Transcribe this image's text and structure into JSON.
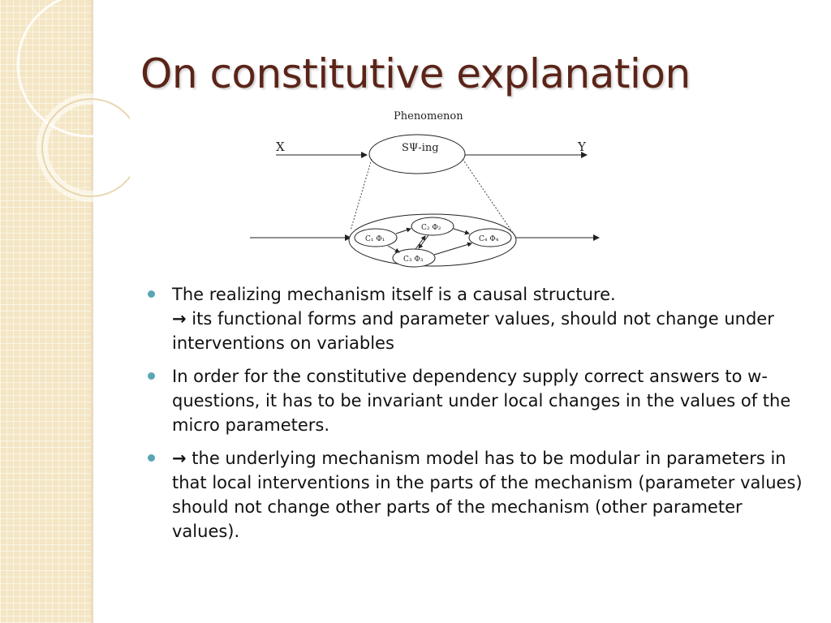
{
  "slide": {
    "title": "On constitutive explanation"
  },
  "diagram": {
    "phenomenon_label": "Phenomenon",
    "input_label": "X",
    "output_label": "Y",
    "phenomenon_node": "SΨ-ing",
    "nodes": [
      {
        "id": "c1",
        "label": "C₁ Φ₁"
      },
      {
        "id": "c2",
        "label": "C₂ Φ₂"
      },
      {
        "id": "c3",
        "label": "C₃ Φ₃"
      },
      {
        "id": "c4",
        "label": "C₄ Φ₄"
      }
    ]
  },
  "bullets": [
    {
      "line1": "The realizing mechanism itself is a causal structure.",
      "arrow": "→",
      "line2": " its functional forms and parameter values, should not change under interventions on variables"
    },
    {
      "text": "In order for the constitutive dependency supply correct answers to w-questions, it has to be invariant under local changes in the values of the micro parameters."
    },
    {
      "arrow": "→",
      "text": " the underlying mechanism model has to be modular in parameters in that local interventions in the parts of the mechanism (parameter values) should not change other parts of the mechanism (other parameter values)."
    }
  ],
  "colors": {
    "title": "#5b2418",
    "bullet_dot": "#5aa5b5",
    "strip": "#f4e6c4"
  }
}
